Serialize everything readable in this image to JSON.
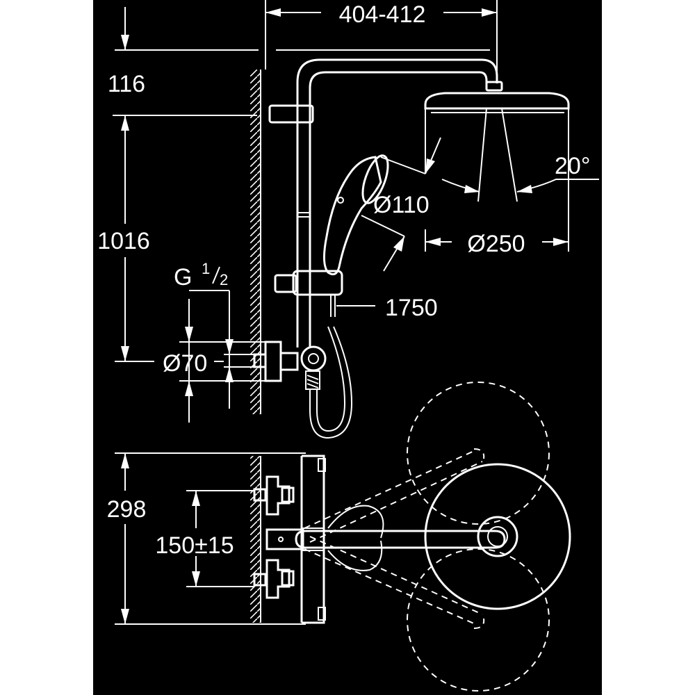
{
  "colors": {
    "background": "#000000",
    "frame": "#ffffff",
    "line": "#ffffff",
    "text": "#ffffff"
  },
  "dimensions": {
    "head_offset": "404-412",
    "top_spacing": "116",
    "rail_height": "1016",
    "thread_main": "G",
    "thread_num": "1",
    "thread_den": "2",
    "rosette_diameter": "Ø70",
    "handshower_diameter": "Ø110",
    "head_diameter": "Ø250",
    "spray_angle": "20°",
    "hose_length": "1750",
    "mixer_height": "298",
    "inlet_spacing": "150±15"
  }
}
